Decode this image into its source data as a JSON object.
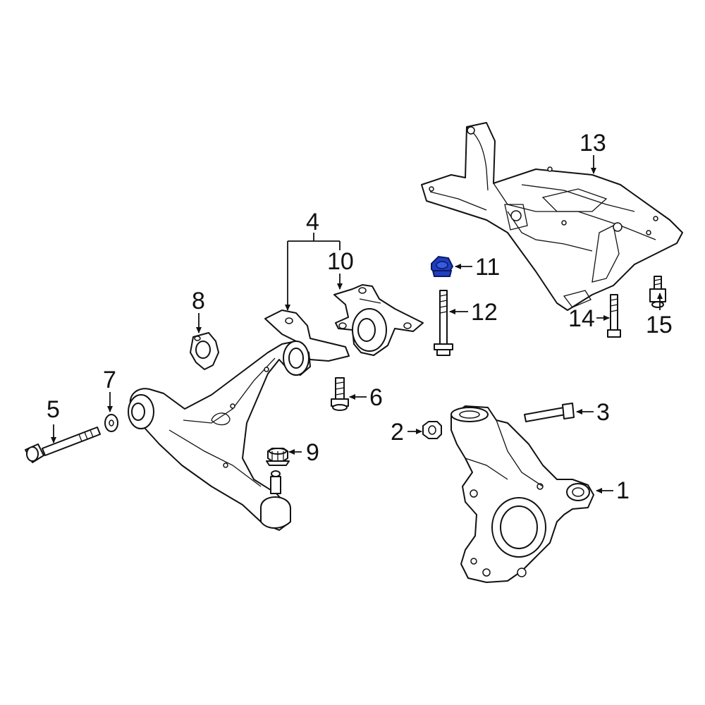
{
  "callouts": {
    "c1": "1",
    "c2": "2",
    "c3": "3",
    "c4": "4",
    "c5": "5",
    "c6": "6",
    "c7": "7",
    "c8": "8",
    "c9": "9",
    "c10": "10",
    "c11": "11",
    "c12": "12",
    "c13": "13",
    "c14": "14",
    "c15": "15"
  },
  "highlighted_part": "11",
  "colors": {
    "line": "#111111",
    "highlight": "#1f3fbf",
    "background": "#ffffff"
  }
}
